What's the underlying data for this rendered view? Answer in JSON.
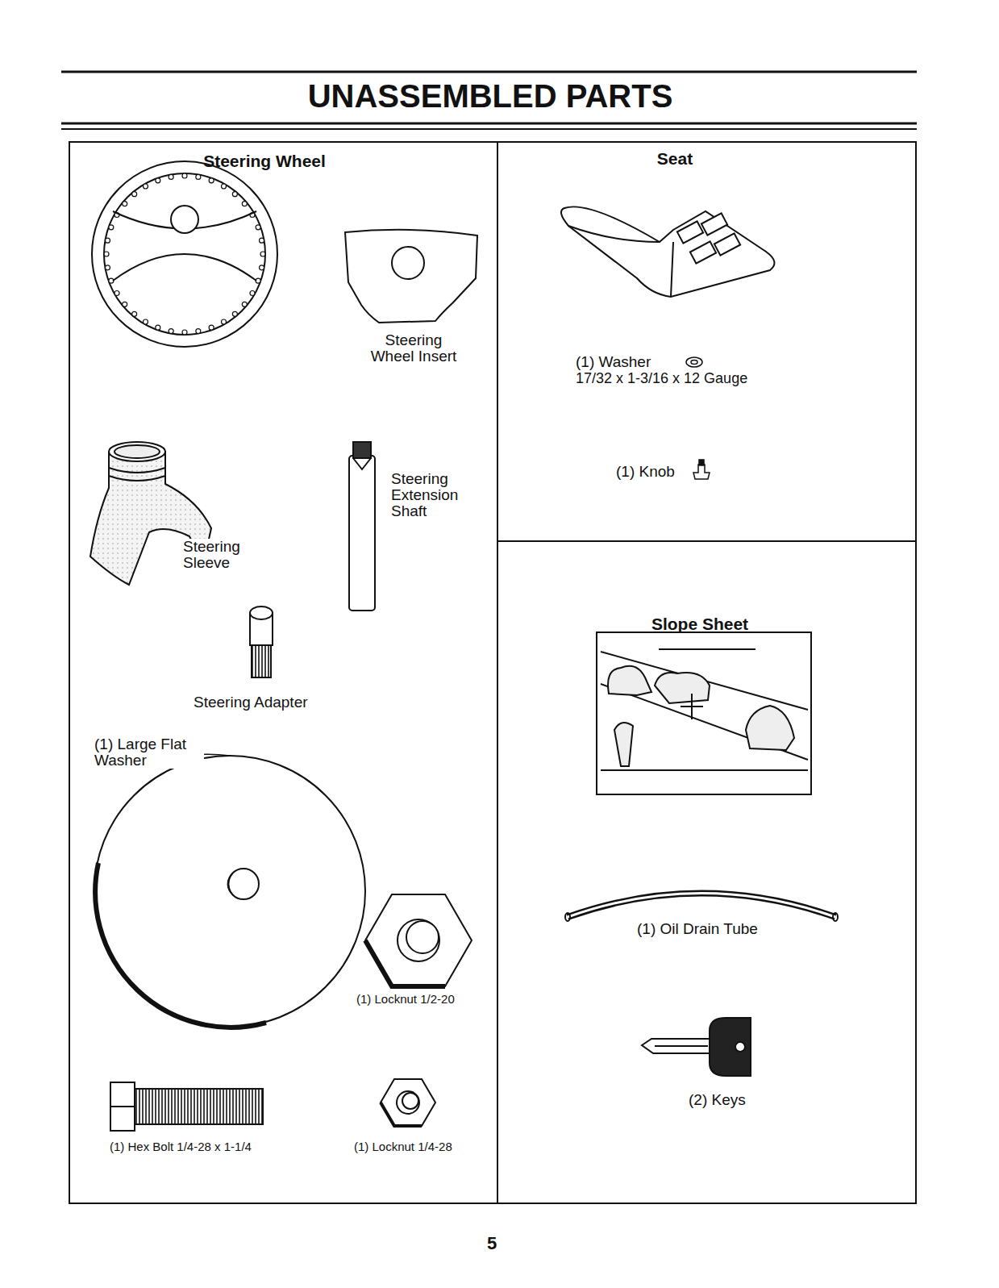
{
  "diagram": {
    "title": "UNASSEMBLED PARTS",
    "nodes": [
      {
        "text": [
          "Steering Wheel"
        ]
      },
      {
        "text": [
          "Seat"
        ]
      },
      {
        "text": [
          "Slope Sheet"
        ]
      }
    ],
    "edges": [],
    "labels": [
      "Steering Wheel Insert",
      "Steering Extension Shaft",
      "Steering Sleeve",
      "Steering Adapter",
      "(1) Large Flat Washer",
      "(1) Locknut 1/2-20",
      "(1) Hex Bolt 1/4-28 x 1-1/4",
      "(1) Locknut 1/4-28",
      "(1) Washer",
      "17/32 x 1-3/16 x 12 Gauge",
      "(1) Knob",
      "(1) Oil Drain Tube",
      "(2) Keys",
      "5"
    ]
  }
}
